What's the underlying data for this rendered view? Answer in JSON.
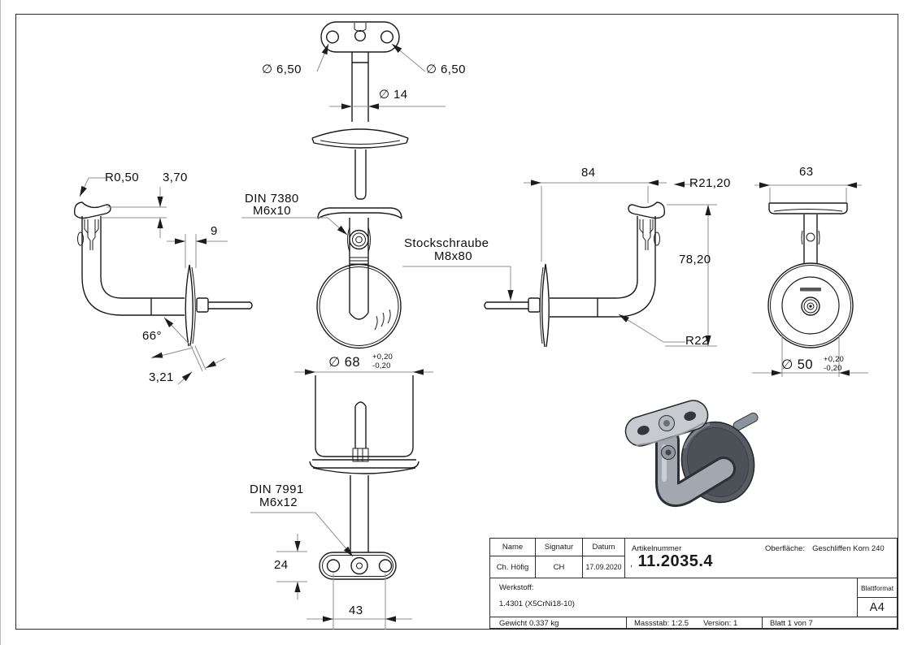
{
  "drawing": {
    "top_view": {
      "dia_hole_left": "∅ 6,50",
      "dia_hole_right": "∅ 6,50",
      "dia_stem": "∅ 14"
    },
    "left_view": {
      "radius_lip": "R0,50",
      "lip_height": "3,70",
      "disc_thickness": "9",
      "angle": "66°",
      "edge_thickness": "3,21"
    },
    "front_view": {
      "din_screw_line1": "DIN 7380",
      "din_screw_line2": "M6x10",
      "stud_line1": "Stockschraube",
      "stud_line2": "M8x80",
      "dia_disc": "∅ 68",
      "tol_plus": "+0,20",
      "tol_minus": "-0,20"
    },
    "right_view": {
      "arm_length": "84",
      "saddle_radius": "R21,20",
      "height": "78,20",
      "bend_radius": "R22"
    },
    "rear_view": {
      "saddle_width": "63",
      "dia_disc": "∅ 50",
      "tol_plus": "+0,20",
      "tol_minus": "-0,20"
    },
    "bottom_view": {
      "din_screw_line1": "DIN 7991",
      "din_screw_line2": "M6x12",
      "plate_width": "24",
      "hole_spacing": "43"
    }
  },
  "title_block": {
    "name_label": "Name",
    "signatur_label": "Signatur",
    "datum_label": "Datum",
    "artikelnummer_label": "Artikelnummer",
    "oberflaeche_label": "Oberfläche:",
    "oberflaeche_value": "Geschliffen Korn 240",
    "name_value": "Ch. Höfig",
    "signatur_value": "CH",
    "datum_value": "17.09.2020",
    "artikelnummer_prefix": ",",
    "artikelnummer_value": "11.2035.4",
    "werkstoff_label": "Werkstoff:",
    "werkstoff_value": "1.4301 (X5CrNi18-10)",
    "blattformat_label": "Blattformat",
    "blattformat_value": "A4",
    "gewicht": "Gewicht 0.337 kg",
    "massstab": "Massstab: 1:2.5",
    "version": "Version: 1",
    "blatt": "Blatt 1 von 7"
  }
}
